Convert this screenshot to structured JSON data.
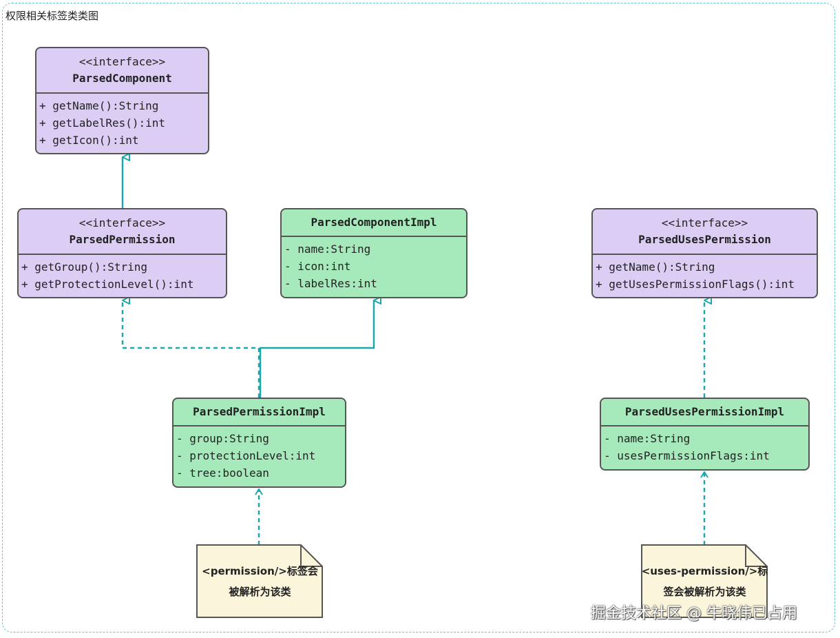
{
  "frame": {
    "title": "权限相关标签类类图"
  },
  "classes": {
    "parsed_component": {
      "stereotype": "<<interface>>",
      "name": "ParsedComponent",
      "members": [
        "+ getName():String",
        "+ getLabelRes():int",
        "+ getIcon():int"
      ]
    },
    "parsed_permission": {
      "stereotype": "<<interface>>",
      "name": "ParsedPermission",
      "members": [
        "+ getGroup():String",
        "+ getProtectionLevel():int"
      ]
    },
    "parsed_component_impl": {
      "name": "ParsedComponentImpl",
      "members": [
        "- name:String",
        "- icon:int",
        "- labelRes:int"
      ]
    },
    "parsed_uses_permission": {
      "stereotype": "<<interface>>",
      "name": "ParsedUsesPermission",
      "members": [
        "+ getName():String",
        "+ getUsesPermissionFlags():int"
      ]
    },
    "parsed_permission_impl": {
      "name": "ParsedPermissionImpl",
      "members": [
        "- group:String",
        "- protectionLevel:int",
        "- tree:boolean"
      ]
    },
    "parsed_uses_permission_impl": {
      "name": "ParsedUsesPermissionImpl",
      "members": [
        "- name:String",
        "- usesPermissionFlags:int"
      ]
    }
  },
  "notes": {
    "permission_note": {
      "line1": "<permission/>标签会",
      "line2": "被解析为该类"
    },
    "uses_permission_note": {
      "line1": "<uses-permission/>标",
      "line2": "签会被解析为该类"
    }
  },
  "watermark": "掘金技术社区 @ 牛晓伟已占用",
  "colors": {
    "interface_fill": "#dccdf5",
    "impl_fill": "#a6eabc",
    "note_fill": "#fbf5dc",
    "connector": "#1aa7ae",
    "frame_border": "#5fc3c8"
  }
}
